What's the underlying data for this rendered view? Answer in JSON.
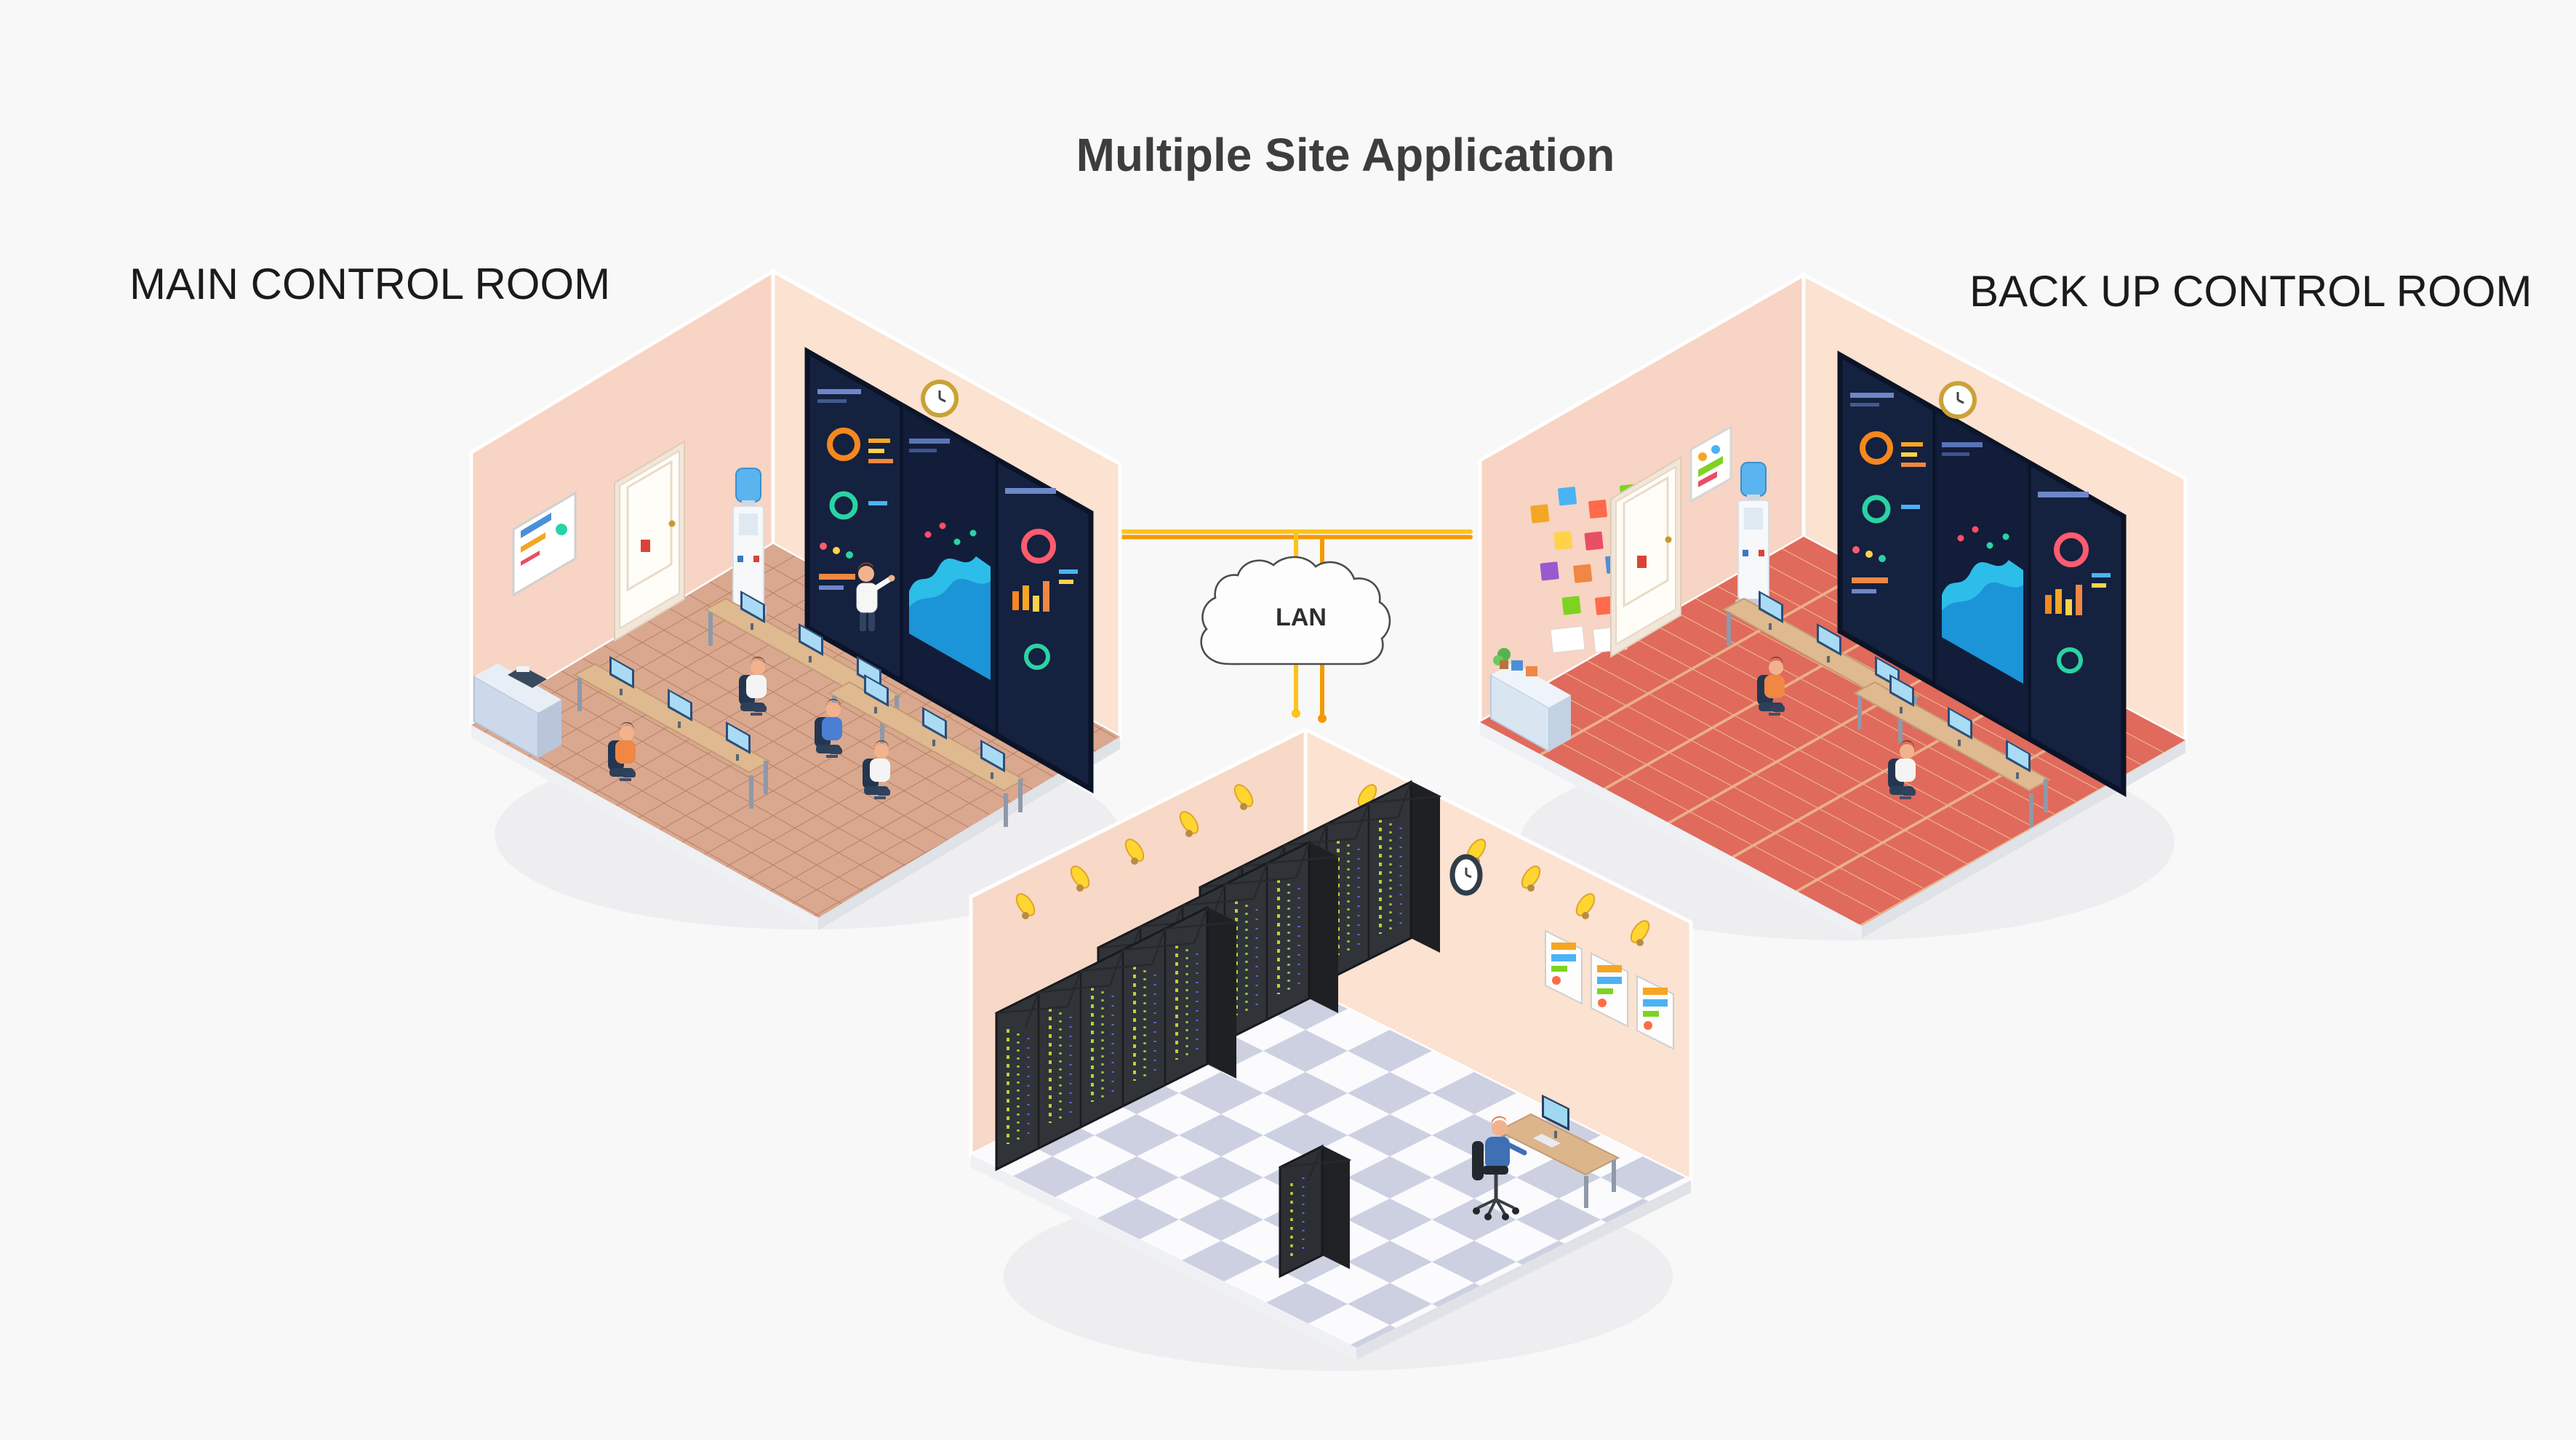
{
  "page": {
    "title": "Multiple Site Application",
    "title_color": "#3d3d3d",
    "background_color": "#f8f8f8"
  },
  "labels": {
    "main_room": "MAIN CONTROL ROOM",
    "backup_room": "BACK UP CONTROL ROOM"
  },
  "network": {
    "cloud_label": "LAN",
    "topology": "star-through-lan-cloud",
    "connections": [
      "MAIN CONTROL ROOM - LAN",
      "BACK UP CONTROL ROOM - LAN",
      "SERVER ROOM - LAN"
    ],
    "cable_colors": {
      "yellow": "#ffc21d",
      "orange": "#f49a00"
    }
  },
  "rooms": {
    "main_control_room": {
      "label": "MAIN CONTROL ROOM",
      "wall_color": "#f8d5c4",
      "floor_style": "wood-herringbone",
      "floor_color": "#d9a88f",
      "people_seated": 4,
      "people_standing": 1,
      "equipment": [
        "video-wall-dashboard",
        "wall-clock",
        "door",
        "whiteboard",
        "water-cooler",
        "storage-cabinet",
        "operator-desks-with-monitors"
      ]
    },
    "backup_control_room": {
      "label": "BACK UP CONTROL ROOM",
      "wall_color": "#f8d5c4",
      "floor_style": "red-brick",
      "floor_color": "#e06a5c",
      "people_seated": 2,
      "people_standing": 0,
      "equipment": [
        "video-wall-dashboard",
        "wall-clock",
        "door",
        "sticky-notes-wall",
        "poster",
        "water-cooler",
        "storage-cabinet",
        "operator-desks-with-monitors"
      ]
    },
    "server_room": {
      "wall_color": "#f8d8c6",
      "floor_style": "checkerboard-tiles",
      "floor_colors": [
        "#fbfbfe",
        "#ccd0e0"
      ],
      "people_seated": 1,
      "rack_rows": 3,
      "racks_per_row": 5,
      "equipment": [
        "server-rack-rows",
        "standalone-server-rack",
        "wall-lamps",
        "wall-clock",
        "posters",
        "admin-desk-with-monitor",
        "office-chair"
      ]
    }
  }
}
